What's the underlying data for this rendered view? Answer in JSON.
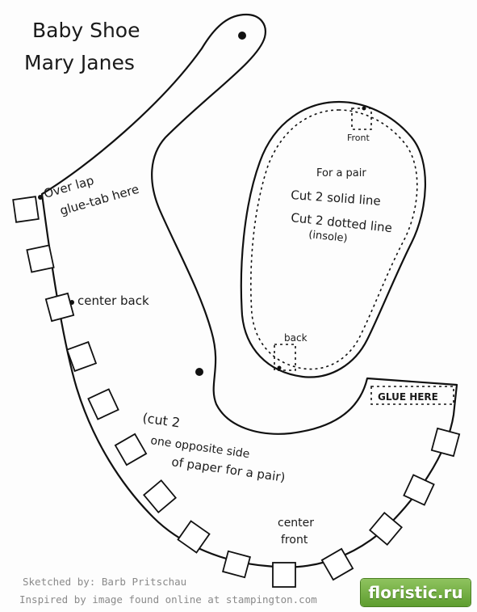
{
  "title": {
    "line1": "Baby Shoe",
    "line2": "Mary Janes"
  },
  "labels": {
    "overlap_line1": "Over lap",
    "overlap_line2": "glue-tab here",
    "center_back": "center back",
    "cut_line1": "(cut 2",
    "cut_line2": "one opposite side",
    "cut_line3": "of paper for a pair)",
    "center_front_line1": "center",
    "center_front_line2": "front",
    "glue_here": "GLUE HERE"
  },
  "sole": {
    "front": "Front",
    "back": "back",
    "line1": "For a pair",
    "line2": "Cut 2 solid line",
    "line3": "Cut 2 dotted line",
    "line4": "(insole)"
  },
  "credits": {
    "line1": "Sketched by: Barb Pritschau",
    "line2": "Inspired by image found online at stampington.com"
  },
  "watermark": {
    "text": "floristic.ru"
  }
}
